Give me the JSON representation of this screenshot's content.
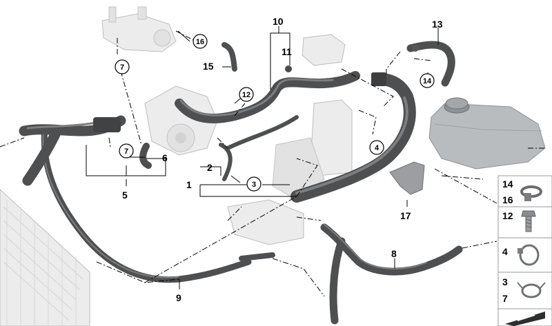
{
  "callouts": {
    "c1": "1",
    "c2": "2",
    "c3": "3",
    "c4": "4",
    "c5": "5",
    "c6": "6",
    "c7a": "7",
    "c7b": "7",
    "c8": "8",
    "c9": "9",
    "c10": "10",
    "c11": "11",
    "c12": "12",
    "c13": "13",
    "c14": "14",
    "c15": "15",
    "c16": "16",
    "c17": "17"
  },
  "legend": {
    "items": [
      {
        "numbers": [
          "14",
          "16"
        ],
        "icon": "hose-clamp-icon"
      },
      {
        "numbers": [
          "12"
        ],
        "icon": "bolt-icon"
      },
      {
        "numbers": [
          "4"
        ],
        "icon": "band-clamp-icon"
      },
      {
        "numbers": [
          "3",
          "7"
        ],
        "icon": "spring-clamp-icon"
      },
      {
        "numbers": [],
        "icon": "arrow-plate-icon"
      }
    ]
  },
  "colors": {
    "hose": "#4d4f51",
    "ghost_part": "#e6e6e6",
    "tank": "#b9bcbf",
    "legend_border": "#9a9a9a"
  }
}
